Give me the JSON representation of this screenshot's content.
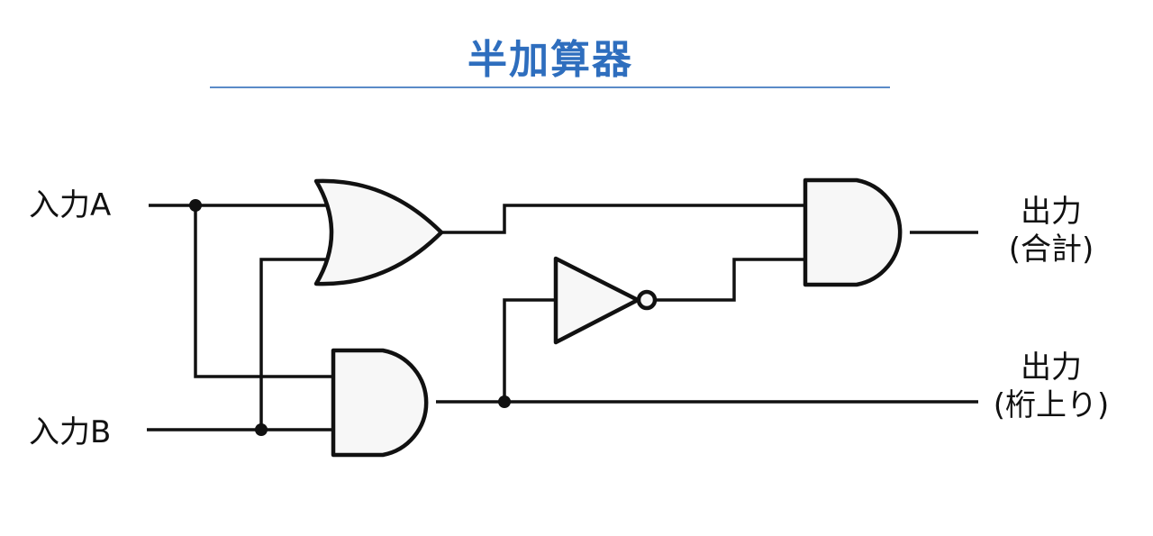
{
  "title": "半加算器",
  "inputs": {
    "a_label": "入力A",
    "b_label": "入力B"
  },
  "outputs": {
    "sum_line1": "出力",
    "sum_line2": "(合計)",
    "carry_line1": "出力",
    "carry_line2": "(桁上り)"
  },
  "gates": [
    "or-gate",
    "and-gate-carry",
    "not-gate",
    "and-gate-sum"
  ],
  "colors": {
    "title": "#2E6EBE",
    "rule": "#5B8BC8",
    "line": "#111111"
  }
}
